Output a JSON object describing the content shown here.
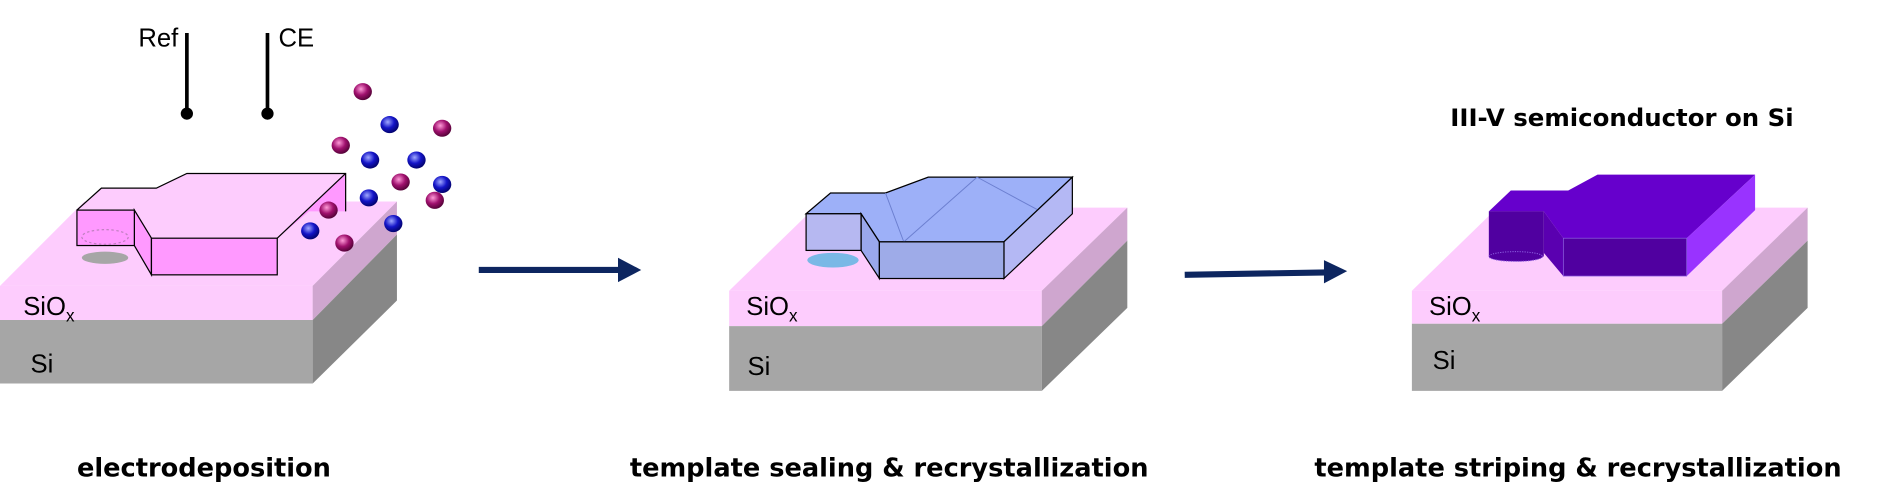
{
  "electrodes": {
    "ref": "Ref",
    "ce": "CE"
  },
  "layers": {
    "oxide": "SiO",
    "oxide_sub": "x",
    "substrate": "Si"
  },
  "result_label": "III-V semiconductor on Si",
  "steps": [
    {
      "caption": "electrodeposition"
    },
    {
      "caption": "template sealing & recrystallization"
    },
    {
      "caption": "template striping & recrystallization"
    }
  ],
  "colors": {
    "oxide_front": "#fdccfd",
    "oxide_side": "#cfa6cf",
    "si_front": "#a6a6a6",
    "si_side": "#878787",
    "template_pink": "#ff99ff",
    "sealed_blue": "#8ea2f2",
    "iii_v_purple": "#6600cc",
    "ion_magenta": "#a0106e",
    "ion_blue": "#1010c0",
    "arrow": "#0d2660"
  }
}
